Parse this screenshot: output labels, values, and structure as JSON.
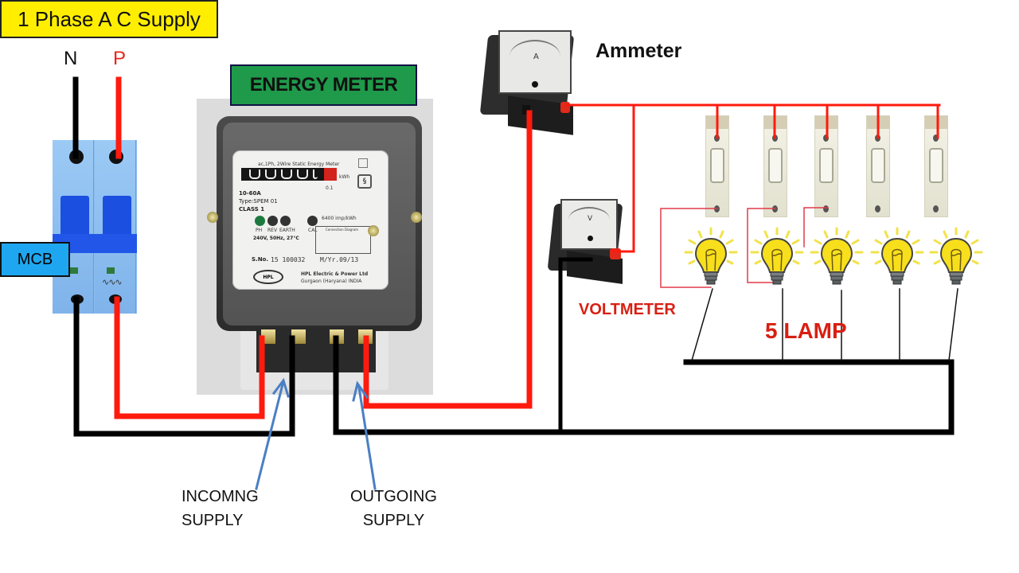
{
  "diagram": {
    "title": "1 Phase A C Supply",
    "supply_terminals": {
      "neutral": "N",
      "phase": "P"
    },
    "components": {
      "mcb": {
        "label": "MCB"
      },
      "energy_meter": {
        "label": "ENERGY METER",
        "faceplate": {
          "heading": "ac,1Ph, 2Wire Static Energy Meter",
          "rating": "10-60A",
          "type": "Type:SPEM 01",
          "class": "CLASS 1",
          "unit": "kWh",
          "multiplier": "0.1",
          "indicators": [
            "PH",
            "REV",
            "EARTH"
          ],
          "cal_indicator": "CAL",
          "pulse_rate": "6400 imp/kWh",
          "spec": "240V, 50Hz, 27°C",
          "serial_label": "S.No.",
          "serial": "15 100032",
          "mfg": "M/Yr.09/13",
          "maker": "HPL Electric & Power Ltd",
          "location": "Gurgaon (Haryana) INDIA",
          "logo": "HPL",
          "connection_diagram": "Connection Diagram"
        }
      },
      "ammeter": {
        "label": "Ammeter",
        "dial_symbol": "A"
      },
      "voltmeter": {
        "label": "VOLTMETER",
        "dial_symbol": "V"
      },
      "lamps": {
        "label": "5  LAMP",
        "count": 5
      },
      "switches": {
        "count": 5
      }
    },
    "annotations": {
      "incoming": [
        "INCOMNG",
        "SUPPLY"
      ],
      "outgoing": [
        "OUTGOING",
        "SUPPLY"
      ]
    },
    "colors": {
      "phase_wire": "#ff1a0e",
      "neutral_wire": "#000000",
      "pointer_arrow": "#4a7fc4",
      "title_bg": "#ffee00",
      "meter_label_bg": "#1f9a4a",
      "mcb_label_bg": "#1ea7f0",
      "text_red": "#d81f12"
    }
  }
}
